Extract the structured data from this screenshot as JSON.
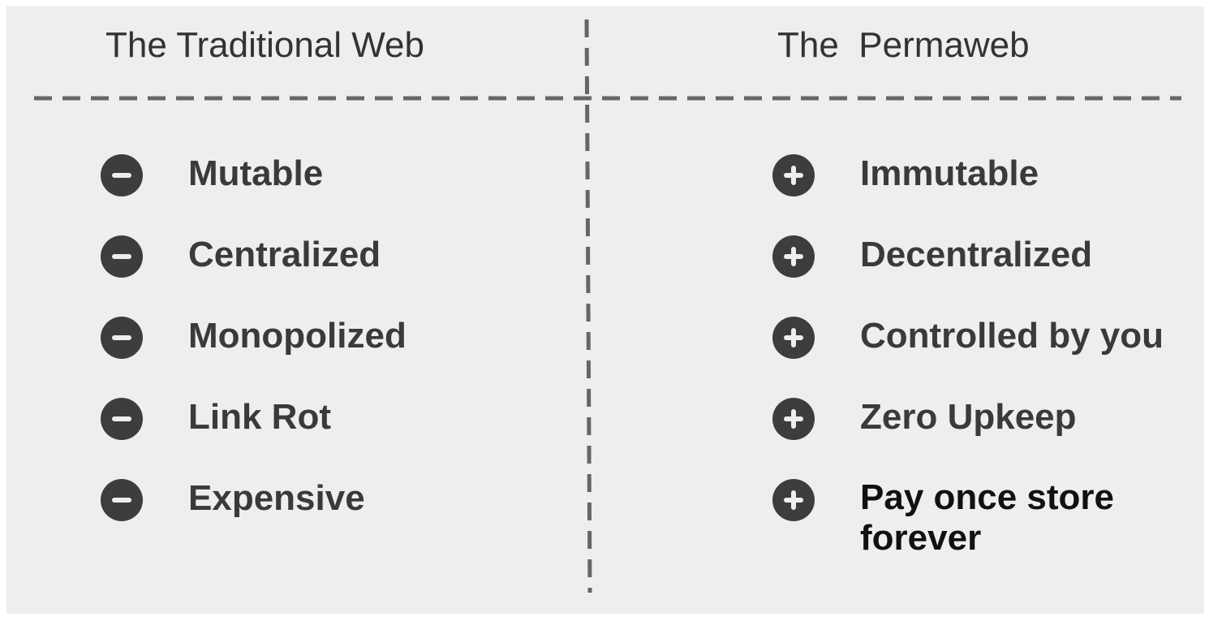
{
  "columns": {
    "left": {
      "title": "The Traditional Web",
      "items": [
        {
          "label": "Mutable",
          "icon": "minus-circle-icon"
        },
        {
          "label": "Centralized",
          "icon": "minus-circle-icon"
        },
        {
          "label": "Monopolized",
          "icon": "minus-circle-icon"
        },
        {
          "label": "Link Rot",
          "icon": "minus-circle-icon"
        },
        {
          "label": "Expensive",
          "icon": "minus-circle-icon"
        }
      ]
    },
    "right": {
      "title": "The  Permaweb",
      "items": [
        {
          "label": "Immutable",
          "icon": "plus-circle-icon"
        },
        {
          "label": "Decentralized",
          "icon": "plus-circle-icon"
        },
        {
          "label": "Controlled by you",
          "icon": "plus-circle-icon"
        },
        {
          "label": "Zero Upkeep",
          "icon": "plus-circle-icon"
        },
        {
          "label": "Pay once store forever",
          "icon": "plus-circle-icon"
        }
      ]
    }
  },
  "colors": {
    "background": "#eeeeee",
    "icon": "#3d3d3d",
    "text": "#3a3a3a",
    "divider": "#666666"
  }
}
